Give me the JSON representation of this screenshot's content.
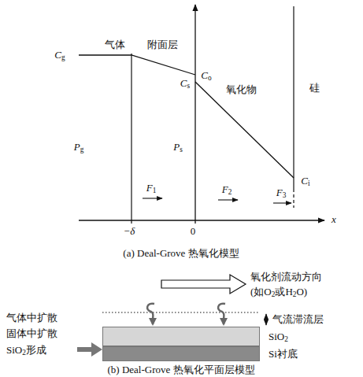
{
  "diagram": {
    "nodes": [
      {
        "text": [
          "SiO2"
        ]
      },
      {
        "text": [
          "Si衬底"
        ]
      }
    ],
    "labels": [
      "Cg",
      "气体",
      "附面层",
      "Cs",
      "Co",
      "氧化物",
      "硅",
      "Pg",
      "Ps",
      "F1",
      "F2",
      "F3",
      "Ci",
      "−δ",
      "0",
      "x",
      "(a) Deal-Grove 热氧化模型",
      "氧化剂流动方向",
      "(如O2或H2O)",
      "气流滞流层",
      "气体中扩散",
      "固体中扩散",
      "SiO2形成",
      "(b) Deal-Grove 热氧化平面层模型"
    ]
  }
}
